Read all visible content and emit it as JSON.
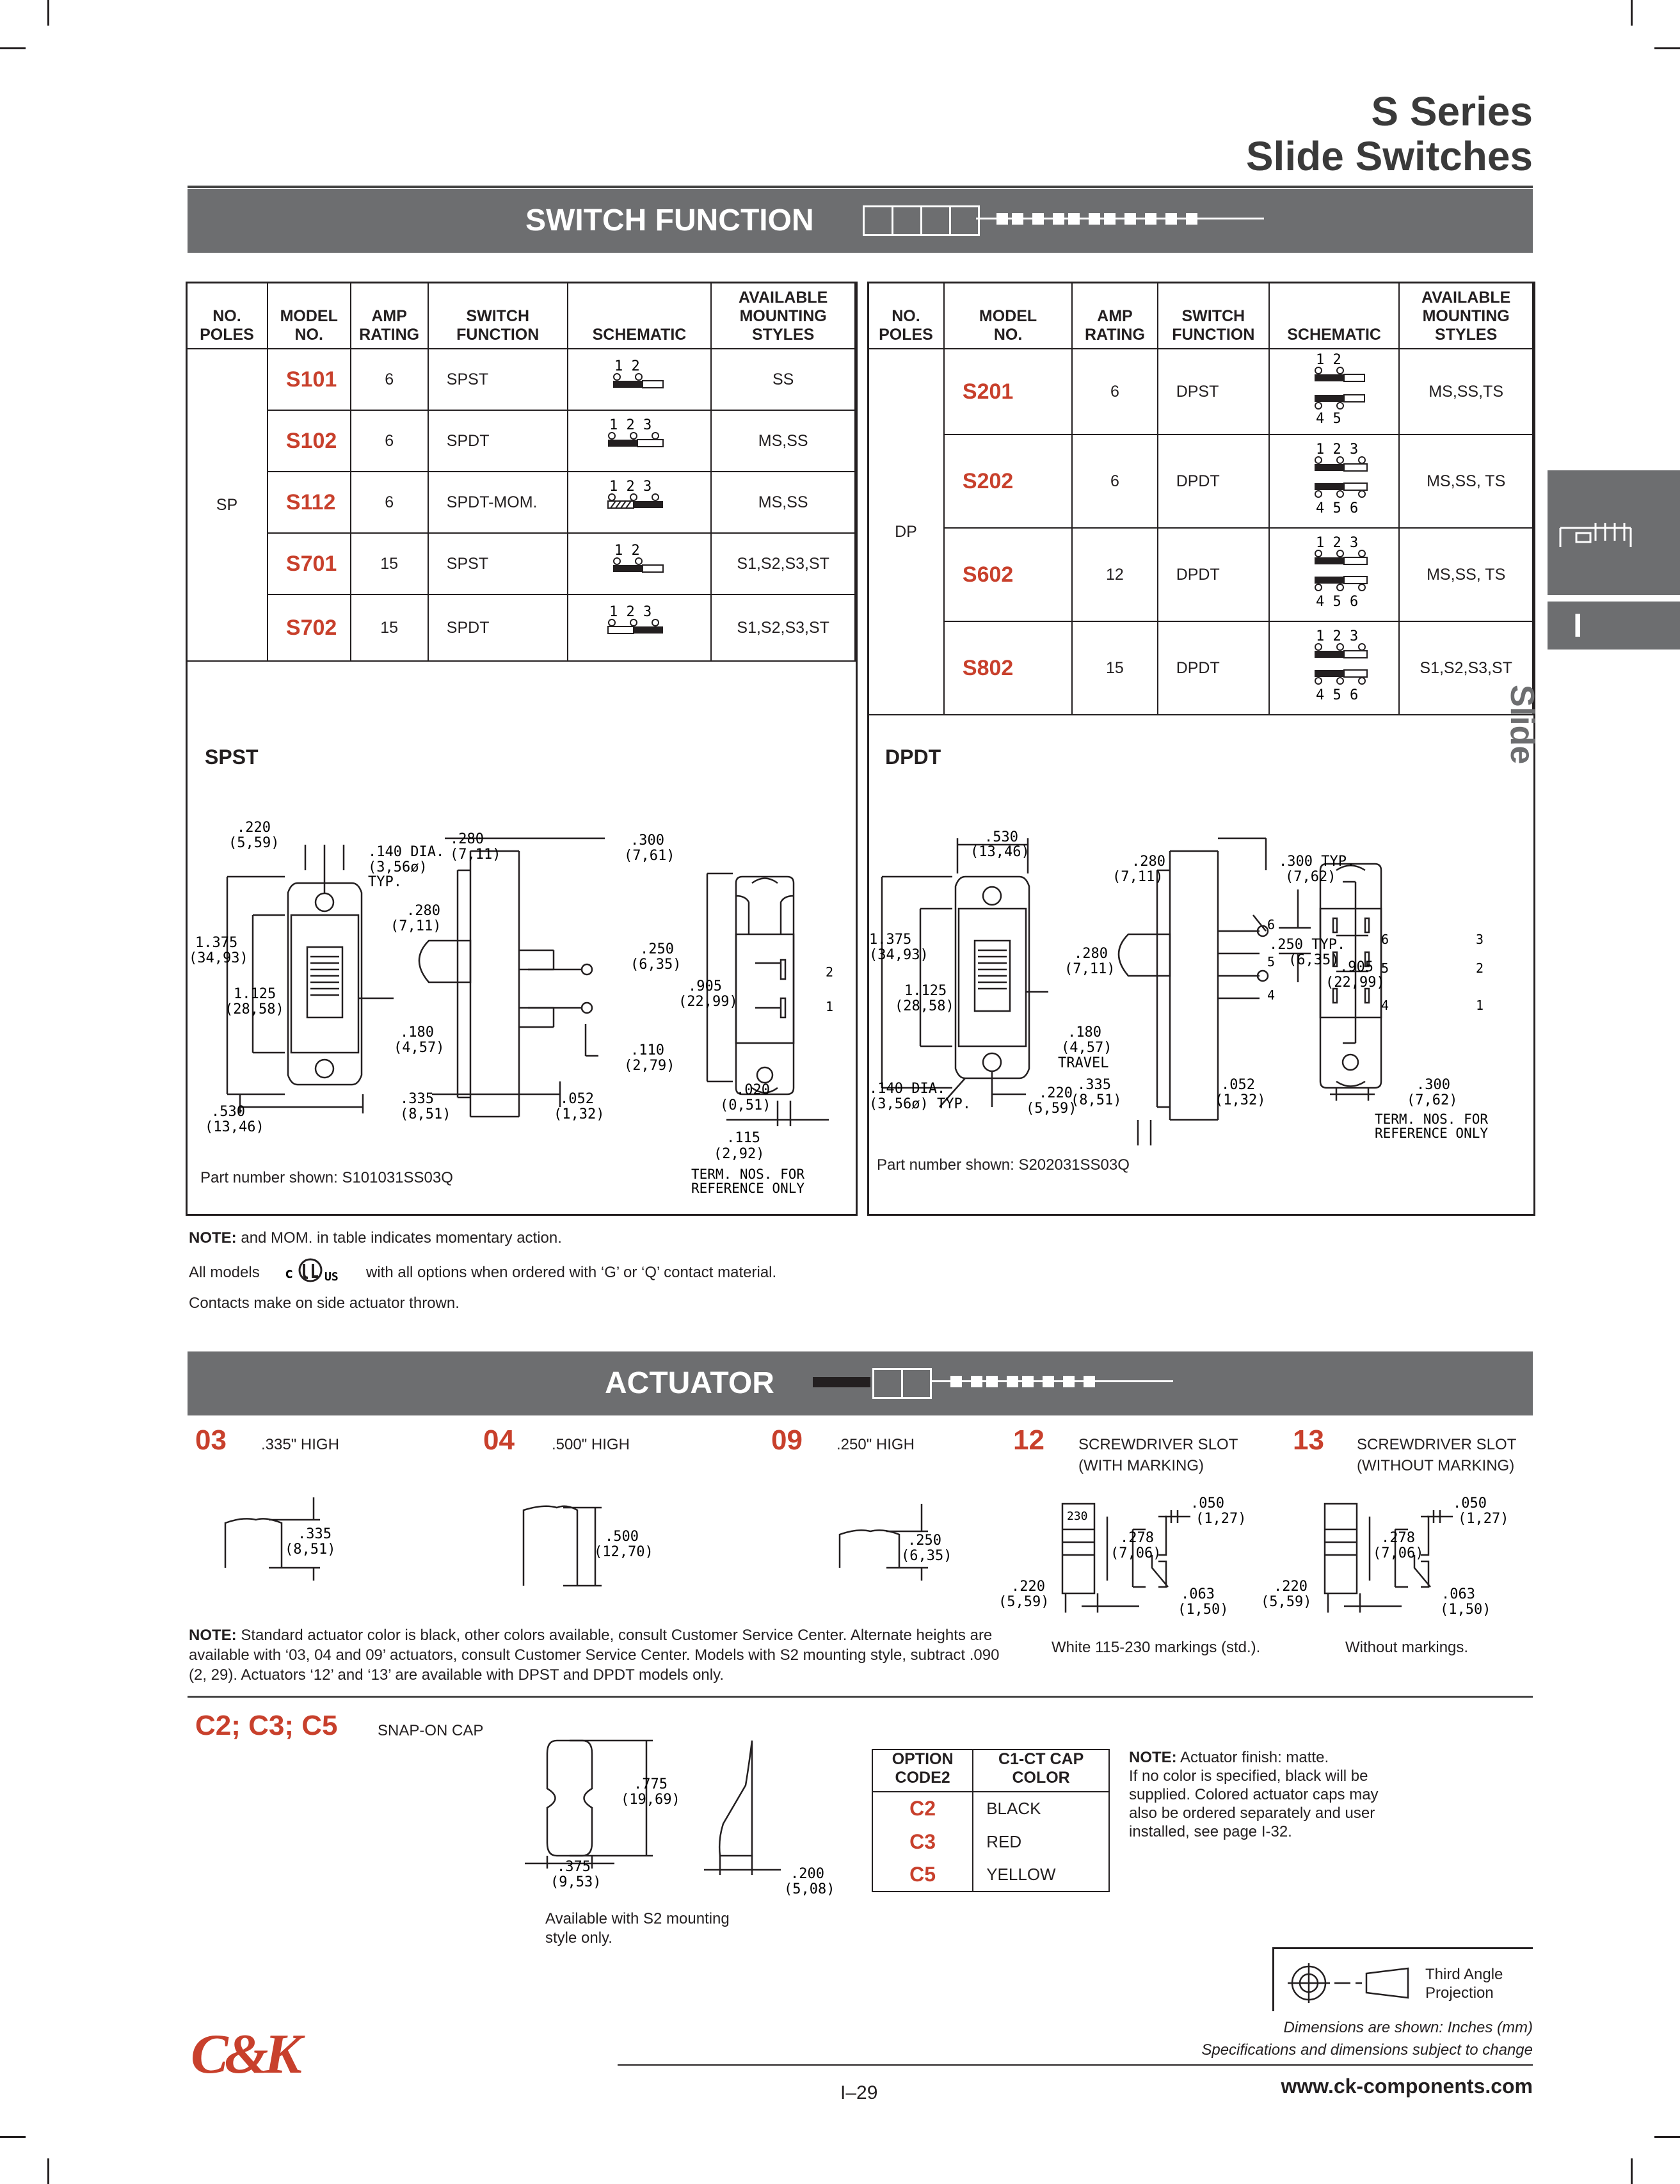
{
  "header": {
    "line1": "S Series",
    "line2": "Slide Switches"
  },
  "switch_function": {
    "band_label": "SWITCH FUNCTION",
    "headers": [
      "NO.\nPOLES",
      "MODEL\nNO.",
      "AMP\nRATING",
      "SWITCH\nFUNCTION",
      "SCHEMATIC",
      "AVAILABLE\nMOUNTING\nSTYLES"
    ],
    "h_poles": [
      "NO.",
      "POLES"
    ],
    "h_model": [
      "MODEL",
      "NO."
    ],
    "h_amp": [
      "AMP",
      "RATING"
    ],
    "h_func": [
      "SWITCH",
      "FUNCTION"
    ],
    "h_sch": "SCHEMATIC",
    "h_mount": [
      "AVAILABLE",
      "MOUNTING",
      "STYLES"
    ],
    "left": {
      "poles": "SP",
      "rows": [
        {
          "model": "S101",
          "amp": "6",
          "func": "SPST",
          "sch": "1  2",
          "mount": "SS"
        },
        {
          "model": "S102",
          "amp": "6",
          "func": "SPDT",
          "sch": "1  2  3",
          "mount": "MS,SS"
        },
        {
          "model": "S112",
          "amp": "6",
          "func": "SPDT-MOM.",
          "sch": "1  2  3",
          "mount": "MS,SS"
        },
        {
          "model": "S701",
          "amp": "15",
          "func": "SPST",
          "sch": "1  2",
          "mount": "S1,S2,S3,ST"
        },
        {
          "model": "S702",
          "amp": "15",
          "func": "SPDT",
          "sch": "1  2  3",
          "mount": "S1,S2,S3,ST"
        }
      ]
    },
    "right": {
      "poles": "DP",
      "rows": [
        {
          "model": "S201",
          "amp": "6",
          "func": "DPST",
          "sch_top": "1  2",
          "sch_bot": "4  5",
          "mount": "MS,SS,TS"
        },
        {
          "model": "S202",
          "amp": "6",
          "func": "DPDT",
          "sch_top": "1  2  3",
          "sch_bot": "4  5  6",
          "mount": "MS,SS, TS"
        },
        {
          "model": "S602",
          "amp": "12",
          "func": "DPDT",
          "sch_top": "1  2  3",
          "sch_bot": "4  5  6",
          "mount": "MS,SS, TS"
        },
        {
          "model": "S802",
          "amp": "15",
          "func": "DPDT",
          "sch_top": "1  2  3",
          "sch_bot": "4  5  6",
          "mount": "S1,S2,S3,ST"
        }
      ]
    }
  },
  "spst_drawing": {
    "title": "SPST",
    "part_number": "Part number shown: S101031SS03Q",
    "dims": [
      ".220",
      "(5,59)",
      ".140 DIA.",
      "(3,56ø)",
      "TYP.",
      ".280",
      "(7,11)",
      ".300",
      "(7,61)",
      "1.375",
      "(34,93)",
      ".280",
      "(7,11)",
      ".250",
      "(6,35)",
      ".905",
      "(22,99)",
      "1.125",
      "(28,58)",
      ".180",
      "(4,57)",
      ".110",
      "(2,79)",
      ".335",
      "(8,51)",
      ".052",
      "(1,32)",
      ".020",
      "(0,51)",
      ".530",
      "(13,46)",
      ".115",
      "(2,92)"
    ],
    "term_note": [
      "TERM. NOS. FOR",
      "REFERENCE ONLY"
    ],
    "term_nums": [
      "2",
      "1"
    ]
  },
  "dpdt_drawing": {
    "title": "DPDT",
    "part_number": "Part number shown: S202031SS03Q",
    "dims": [
      ".530",
      "(13,46)",
      ".280",
      "(7,11)",
      ".300 TYP.",
      "(7,62)",
      "1.375",
      "(34,93)",
      ".280",
      "(7,11)",
      ".250 TYP.",
      "(6,35)",
      ".905",
      "(22,99)",
      "1.125",
      "(28,58)",
      ".180",
      "(4,57)",
      "TRAVEL",
      ".140 DIA.",
      "(3,56ø) TYP.",
      ".220",
      "(5,59)",
      ".335",
      "(8,51)",
      ".052",
      "(1,32)",
      ".300",
      "(7,62)"
    ],
    "term_note": [
      "TERM. NOS. FOR",
      "REFERENCE ONLY"
    ],
    "term_nums_left": [
      "6",
      "5",
      "4"
    ],
    "term_nums_right": [
      "3",
      "2",
      "1"
    ],
    "side_nums": [
      "6",
      "5",
      "4"
    ]
  },
  "notes": {
    "note1_bold": "NOTE:",
    "note1": " and MOM. in table indicates momentary action.",
    "note2_a": "All models",
    "note2_logo": "c",
    "note2_logo2": "US",
    "note2_b": "with all options when ordered with ‘G’ or ‘Q’ contact material.",
    "note3": "Contacts make on side actuator thrown."
  },
  "actuator": {
    "band_label": "ACTUATOR",
    "items": [
      {
        "code": "03",
        "desc1": ".335\" HIGH",
        "desc2": "",
        "dim1": ".335",
        "dim2": "(8,51)"
      },
      {
        "code": "04",
        "desc1": ".500\" HIGH",
        "desc2": "",
        "dim1": ".500",
        "dim2": "(12,70)"
      },
      {
        "code": "09",
        "desc1": ".250\" HIGH",
        "desc2": "",
        "dim1": ".250",
        "dim2": "(6,35)"
      },
      {
        "code": "12",
        "desc1": "SCREWDRIVER SLOT",
        "desc2": "(WITH MARKING)",
        "caption": "White 115-230 markings (std.)."
      },
      {
        "code": "13",
        "desc1": "SCREWDRIVER SLOT",
        "desc2": "(WITHOUT MARKING)",
        "caption": "Without markings."
      }
    ],
    "slot_dims": [
      ".050",
      "(1,27)",
      ".278",
      "(7,06)",
      ".220",
      "(5,59)",
      ".063",
      "(1,50)"
    ],
    "marking": "230",
    "note_bold": "NOTE:",
    "note": " Standard actuator color is black, other colors available, consult Customer Service Center. Alternate heights are available with ‘03, 04 and 09’ actuators, consult Customer Service Center. Models with S2 mounting style, subtract .090 (2, 29). Actuators ‘12’ and ‘13’ are available with DPST and DPDT models only."
  },
  "cap": {
    "code": "C2; C3; C5",
    "desc": "SNAP-ON CAP",
    "dims": [
      ".775",
      "(19,69)",
      ".375",
      "(9,53)",
      ".200",
      "(5,08)"
    ],
    "avail": [
      "Available with S2 mounting",
      "style only."
    ],
    "table_headers": [
      [
        "OPTION",
        "CODE2"
      ],
      [
        "C1-CT CAP",
        "COLOR"
      ]
    ],
    "rows": [
      {
        "code": "C2",
        "color": "BLACK"
      },
      {
        "code": "C3",
        "color": "RED"
      },
      {
        "code": "C5",
        "color": "YELLOW"
      }
    ],
    "note_bold": "NOTE:",
    "note_lines": [
      " Actuator finish: matte.",
      "If no color is specified, black will be",
      "supplied. Colored actuator caps may",
      "also be ordered separately and user",
      "installed, see page I-32."
    ]
  },
  "side_tab": {
    "section": "I",
    "label": "Slide"
  },
  "projection": [
    "Third Angle",
    "Projection"
  ],
  "footer": {
    "dims_note": "Dimensions are shown: Inches (mm)",
    "spec_note": "Specifications and dimensions subject to change",
    "website": "www.ck-components.com",
    "page": "I–29",
    "logo": "C&K"
  },
  "colors": {
    "accent": "#c8402c",
    "band": "#6d6e70",
    "text": "#231f20"
  }
}
